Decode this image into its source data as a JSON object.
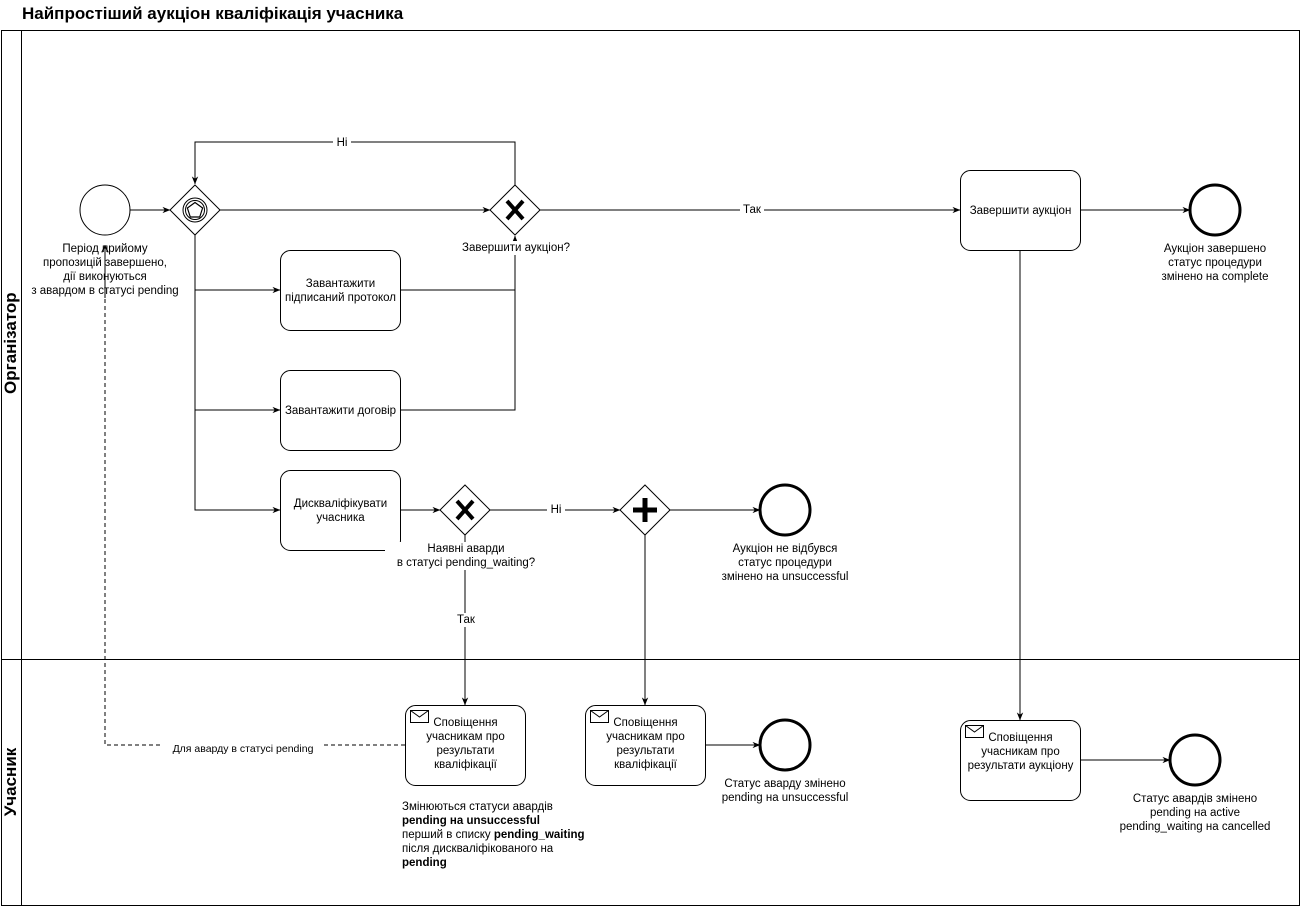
{
  "title": "Найпростіший аукціон кваліфікація учасника",
  "lanes": {
    "organizer": "Організатор",
    "participant": "Учасник"
  },
  "events": {
    "start_label": [
      "Період прийому",
      "пропозицій завершено,",
      "дії виконуються",
      "з авардом в статусі pending"
    ],
    "end_complete_label": [
      "Аукціон завершено",
      "статус процедури",
      "змінено на complete"
    ],
    "end_unsuccessful_label": [
      "Аукціон не відбувся",
      "статус процедури",
      "змінено на unsuccessful"
    ],
    "end_award_unsuccessful_label": [
      "Статус аварду змінено",
      "pending на unsuccessful"
    ],
    "end_awards_changed_label": [
      "Статус авардів змінено",
      "pending на active",
      "pending_waiting на cancelled"
    ]
  },
  "tasks": {
    "upload_protocol": [
      "Завантажити",
      "підписаний протокол"
    ],
    "upload_contract": [
      "Завантажити договір"
    ],
    "disqualify": [
      "Дискваліфікувати",
      "учасника"
    ],
    "finish_auction": [
      "Завершити аукціон"
    ],
    "notify_qualification_1": [
      "Сповіщення",
      "учасникам про",
      "результати",
      "кваліфікації"
    ],
    "notify_qualification_2": [
      "Сповіщення",
      "учасникам про",
      "результати",
      "кваліфікації"
    ],
    "notify_auction_results": [
      "Сповіщення",
      "учасникам про",
      "результати аукціону"
    ]
  },
  "gateways": {
    "finish_question": "Завершити аукціон?",
    "pending_waiting_question": [
      "Наявні аварди",
      "в статусі pending_waiting?"
    ]
  },
  "flow_labels": {
    "no_top": "Ні",
    "yes_finish": "Так",
    "no_awards": "Ні",
    "yes_awards": "Так",
    "for_pending_award": "Для аварду в статусі  pending"
  },
  "note": {
    "line1": "Змінюються статуси авардів",
    "line2": "pending на unsuccessful",
    "line3_prefix": "перший в списку ",
    "line3_bold": "pending_waiting",
    "line4": "після дискваліфікованого на",
    "line5": "pending"
  },
  "colors": {
    "stroke": "#000000",
    "background": "#ffffff"
  }
}
